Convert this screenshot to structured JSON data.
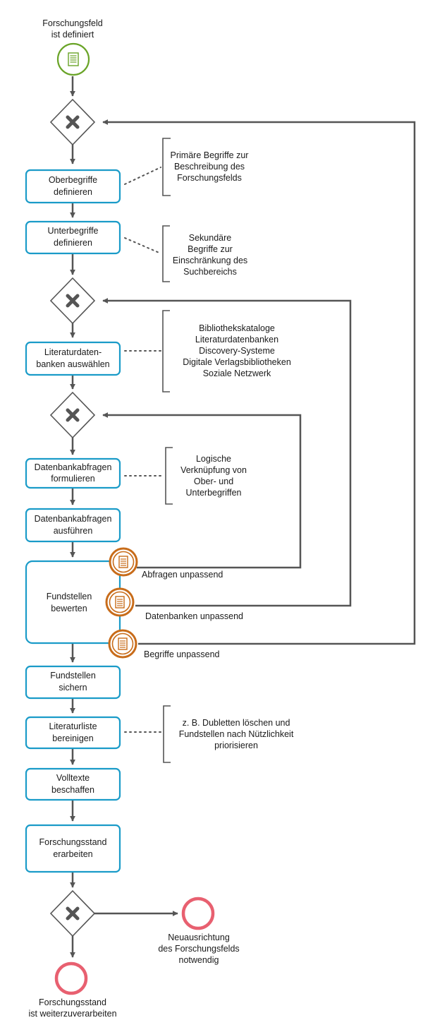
{
  "start_event": {
    "line1": "Forschungsfeld",
    "line2": "ist definiert",
    "icon": "document-icon",
    "color": "#6aa428"
  },
  "tasks": {
    "oberbegriffe": {
      "line1": "Oberbegriffe",
      "line2": "definieren"
    },
    "unterbegriffe": {
      "line1": "Unterbegriffe",
      "line2": "definieren"
    },
    "literaturdatenbanken": {
      "line1": "Literaturdaten-",
      "line2": "banken auswählen"
    },
    "abfragen_formulieren": {
      "line1": "Datenbankabfragen",
      "line2": "formulieren"
    },
    "abfragen_ausfuehren": {
      "line1": "Datenbankabfragen",
      "line2": "ausführen"
    },
    "fundstellen_bewerten": {
      "line1": "Fundstellen",
      "line2": "bewerten"
    },
    "fundstellen_sichern": {
      "line1": "Fundstellen",
      "line2": "sichern"
    },
    "literaturliste": {
      "line1": "Literaturliste",
      "line2": "bereinigen"
    },
    "volltexte": {
      "line1": "Volltexte",
      "line2": "beschaffen"
    },
    "forschungsstand": {
      "line1": "Forschungsstand",
      "line2": "erarbeiten"
    }
  },
  "annotations": {
    "oberbegriffe": [
      "Primäre Begriffe zur",
      "Beschreibung des",
      "Forschungsfelds"
    ],
    "unterbegriffe": [
      "Sekundäre",
      "Begriffe zur",
      "Einschränkung des",
      "Suchbereichs"
    ],
    "datenbanken": [
      "Bibliothekskataloge",
      "Literaturdatenbanken",
      "Discovery-Systeme",
      "Digitale Verlagsbibliotheken",
      "Soziale Netzwerk"
    ],
    "abfragen": [
      "Logische",
      "Verknüpfung von",
      "Ober- und",
      "Unterbegriffen"
    ],
    "bereinigen": [
      "z. B. Dubletten löschen und",
      "Fundstellen nach Nützlichkeit",
      "priorisieren"
    ]
  },
  "boundary_events": {
    "abfragen": "Abfragen unpassend",
    "datenbanken": "Datenbanken unpassend",
    "begriffe": "Begriffe unpassend",
    "icon": "document-icon",
    "color": "#c86c1a"
  },
  "end_events": {
    "neuausrichtung": {
      "line1": "Neuausrichtung",
      "line2": "des Forschungsfelds",
      "line3": "notwendig"
    },
    "forschungsstand": {
      "line1": "Forschungsstand",
      "line2": "ist weiterzuverarbeiten"
    },
    "color": "#e86070"
  },
  "gateway_icon": "exclusive-gateway-x-icon",
  "colors": {
    "task_border": "#1a9bc8",
    "flow": "#555555"
  }
}
